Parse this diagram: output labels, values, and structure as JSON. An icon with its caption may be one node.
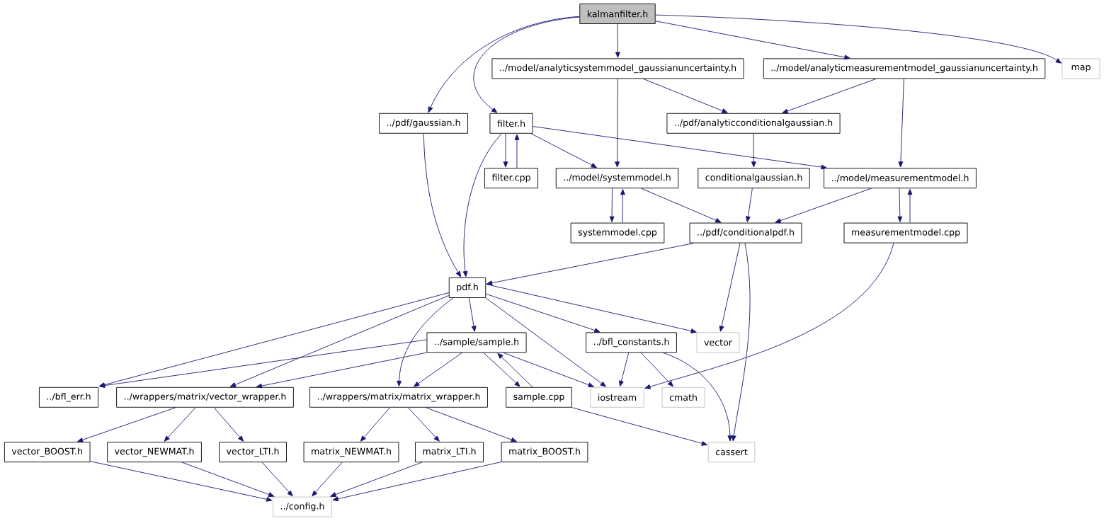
{
  "diagram": {
    "nodes": [
      {
        "text": [
          "kalmanfilter.h"
        ]
      },
      {
        "text": [
          "../pdf/gaussian.h"
        ]
      },
      {
        "text": [
          "filter.h"
        ]
      },
      {
        "text": [
          "../model/analyticsystemmodel_gaussianuncertainty.h"
        ]
      },
      {
        "text": [
          "../model/analyticmeasurementmodel_gaussianuncertainty.h"
        ]
      },
      {
        "text": [
          "map"
        ]
      },
      {
        "text": [
          "../pdf/analyticconditionalgaussian.h"
        ]
      },
      {
        "text": [
          "filter.cpp"
        ]
      },
      {
        "text": [
          "../model/systemmodel.h"
        ]
      },
      {
        "text": [
          "conditionalgaussian.h"
        ]
      },
      {
        "text": [
          "../model/measurementmodel.h"
        ]
      },
      {
        "text": [
          "systemmodel.cpp"
        ]
      },
      {
        "text": [
          "../pdf/conditionalpdf.h"
        ]
      },
      {
        "text": [
          "measurementmodel.cpp"
        ]
      },
      {
        "text": [
          "pdf.h"
        ]
      },
      {
        "text": [
          "../sample/sample.h"
        ]
      },
      {
        "text": [
          "../bfl_constants.h"
        ]
      },
      {
        "text": [
          "vector"
        ]
      },
      {
        "text": [
          "../bfl_err.h"
        ]
      },
      {
        "text": [
          "../wrappers/matrix/vector_wrapper.h"
        ]
      },
      {
        "text": [
          "../wrappers/matrix/matrix_wrapper.h"
        ]
      },
      {
        "text": [
          "sample.cpp"
        ]
      },
      {
        "text": [
          "iostream"
        ]
      },
      {
        "text": [
          "cmath"
        ]
      },
      {
        "text": [
          "vector_BOOST.h"
        ]
      },
      {
        "text": [
          "vector_NEWMAT.h"
        ]
      },
      {
        "text": [
          "vector_LTI.h"
        ]
      },
      {
        "text": [
          "matrix_NEWMAT.h"
        ]
      },
      {
        "text": [
          "matrix_LTI.h"
        ]
      },
      {
        "text": [
          "matrix_BOOST.h"
        ]
      },
      {
        "text": [
          "cassert"
        ]
      },
      {
        "text": [
          "../config.h"
        ]
      }
    ],
    "edges": [
      {
        "from": 0,
        "to": 1,
        "arrow": "to"
      },
      {
        "from": 0,
        "to": 2,
        "arrow": "to"
      },
      {
        "from": 0,
        "to": 3,
        "arrow": "to"
      },
      {
        "from": 0,
        "to": 4,
        "arrow": "to"
      },
      {
        "from": 0,
        "to": 5,
        "arrow": "to"
      },
      {
        "from": 3,
        "to": 8,
        "arrow": "to"
      },
      {
        "from": 3,
        "to": 6,
        "arrow": "to"
      },
      {
        "from": 4,
        "to": 6,
        "arrow": "to"
      },
      {
        "from": 4,
        "to": 10,
        "arrow": "to"
      },
      {
        "from": 1,
        "to": 14,
        "arrow": "to"
      },
      {
        "from": 2,
        "to": 7,
        "arrow": "to"
      },
      {
        "from": 7,
        "to": 2,
        "arrow": "to"
      },
      {
        "from": 2,
        "to": 8,
        "arrow": "to"
      },
      {
        "from": 2,
        "to": 10,
        "arrow": "to"
      },
      {
        "from": 2,
        "to": 14,
        "arrow": "to"
      },
      {
        "from": 6,
        "to": 9,
        "arrow": "to"
      },
      {
        "from": 9,
        "to": 12,
        "arrow": "to"
      },
      {
        "from": 8,
        "to": 11,
        "arrow": "to"
      },
      {
        "from": 11,
        "to": 8,
        "arrow": "to"
      },
      {
        "from": 8,
        "to": 12,
        "arrow": "to"
      },
      {
        "from": 10,
        "to": 13,
        "arrow": "to"
      },
      {
        "from": 13,
        "to": 10,
        "arrow": "to"
      },
      {
        "from": 10,
        "to": 12,
        "arrow": "to"
      },
      {
        "from": 13,
        "to": 22,
        "arrow": "to"
      },
      {
        "from": 12,
        "to": 14,
        "arrow": "to"
      },
      {
        "from": 12,
        "to": 17,
        "arrow": "to"
      },
      {
        "from": 12,
        "to": 30,
        "arrow": "to"
      },
      {
        "from": 14,
        "to": 15,
        "arrow": "to"
      },
      {
        "from": 14,
        "to": 16,
        "arrow": "to"
      },
      {
        "from": 14,
        "to": 17,
        "arrow": "to"
      },
      {
        "from": 14,
        "to": 22,
        "arrow": "to"
      },
      {
        "from": 14,
        "to": 20,
        "arrow": "to"
      },
      {
        "from": 14,
        "to": 19,
        "arrow": "to"
      },
      {
        "from": 14,
        "to": 18,
        "arrow": "to"
      },
      {
        "from": 15,
        "to": 18,
        "arrow": "to"
      },
      {
        "from": 15,
        "to": 19,
        "arrow": "to"
      },
      {
        "from": 15,
        "to": 20,
        "arrow": "to"
      },
      {
        "from": 15,
        "to": 21,
        "arrow": "to"
      },
      {
        "from": 21,
        "to": 15,
        "arrow": "to"
      },
      {
        "from": 15,
        "to": 22,
        "arrow": "to"
      },
      {
        "from": 21,
        "to": 30,
        "arrow": "to"
      },
      {
        "from": 16,
        "to": 22,
        "arrow": "to"
      },
      {
        "from": 16,
        "to": 23,
        "arrow": "to"
      },
      {
        "from": 16,
        "to": 30,
        "arrow": "to"
      },
      {
        "from": 19,
        "to": 24,
        "arrow": "to"
      },
      {
        "from": 19,
        "to": 25,
        "arrow": "to"
      },
      {
        "from": 19,
        "to": 26,
        "arrow": "to"
      },
      {
        "from": 20,
        "to": 27,
        "arrow": "to"
      },
      {
        "from": 20,
        "to": 28,
        "arrow": "to"
      },
      {
        "from": 20,
        "to": 29,
        "arrow": "to"
      },
      {
        "from": 24,
        "to": 31,
        "arrow": "to"
      },
      {
        "from": 25,
        "to": 31,
        "arrow": "to"
      },
      {
        "from": 26,
        "to": 31,
        "arrow": "to"
      },
      {
        "from": 27,
        "to": 31,
        "arrow": "to"
      },
      {
        "from": 28,
        "to": 31,
        "arrow": "to"
      },
      {
        "from": 29,
        "to": 31,
        "arrow": "to"
      }
    ]
  }
}
